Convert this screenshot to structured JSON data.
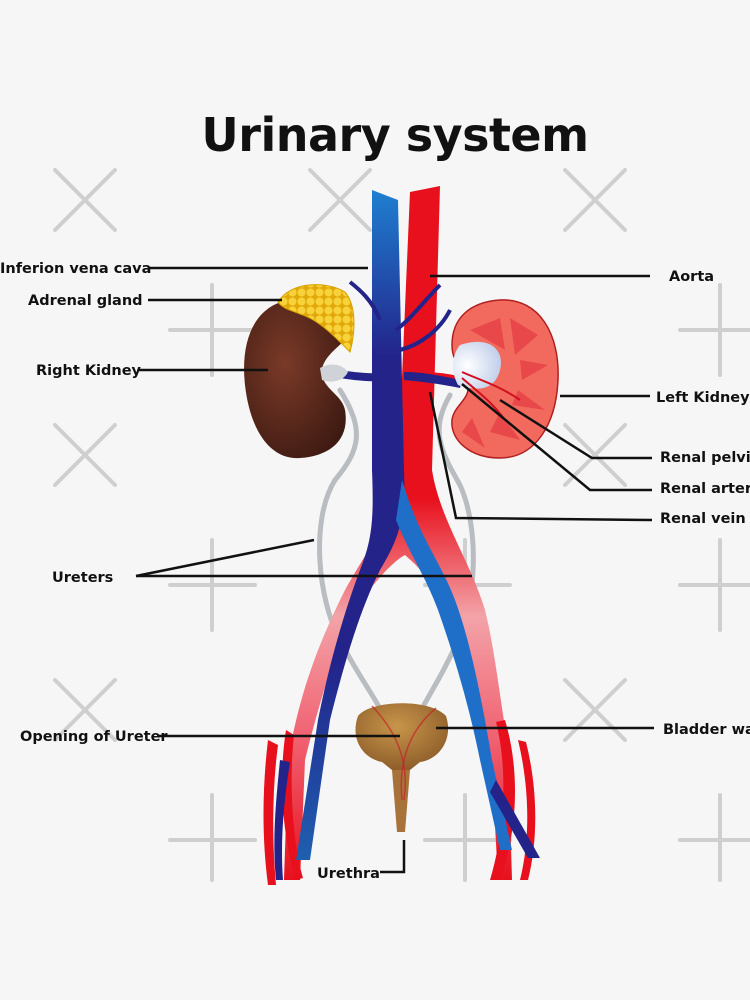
{
  "title": "Urinary system",
  "labels": {
    "inferior_vena_cava": "Inferion vena cava",
    "adrenal_gland": "Adrenal gland",
    "right_kidney": "Right Kidney",
    "ureters": "Ureters",
    "opening_of_ureter": "Opening of Ureter",
    "urethra": "Urethra",
    "aorta": "Aorta",
    "left_kidney": "Left Kidney",
    "renal_pelvis": "Renal pelvis",
    "renal_artery": "Renal artery",
    "renal_vein": "Renal vein",
    "bladder_wall": "Bladder wall"
  },
  "colors": {
    "artery": "#e8101d",
    "vein": "#23238a",
    "vein_light": "#1f7fd0",
    "kidney_right": "#5a2a1e",
    "kidney_left": "#f26a5e",
    "adrenal": "#f2c21a",
    "bladder": "#a87a3a",
    "ureter": "#b9bcc0",
    "background": "#f6f6f6"
  }
}
